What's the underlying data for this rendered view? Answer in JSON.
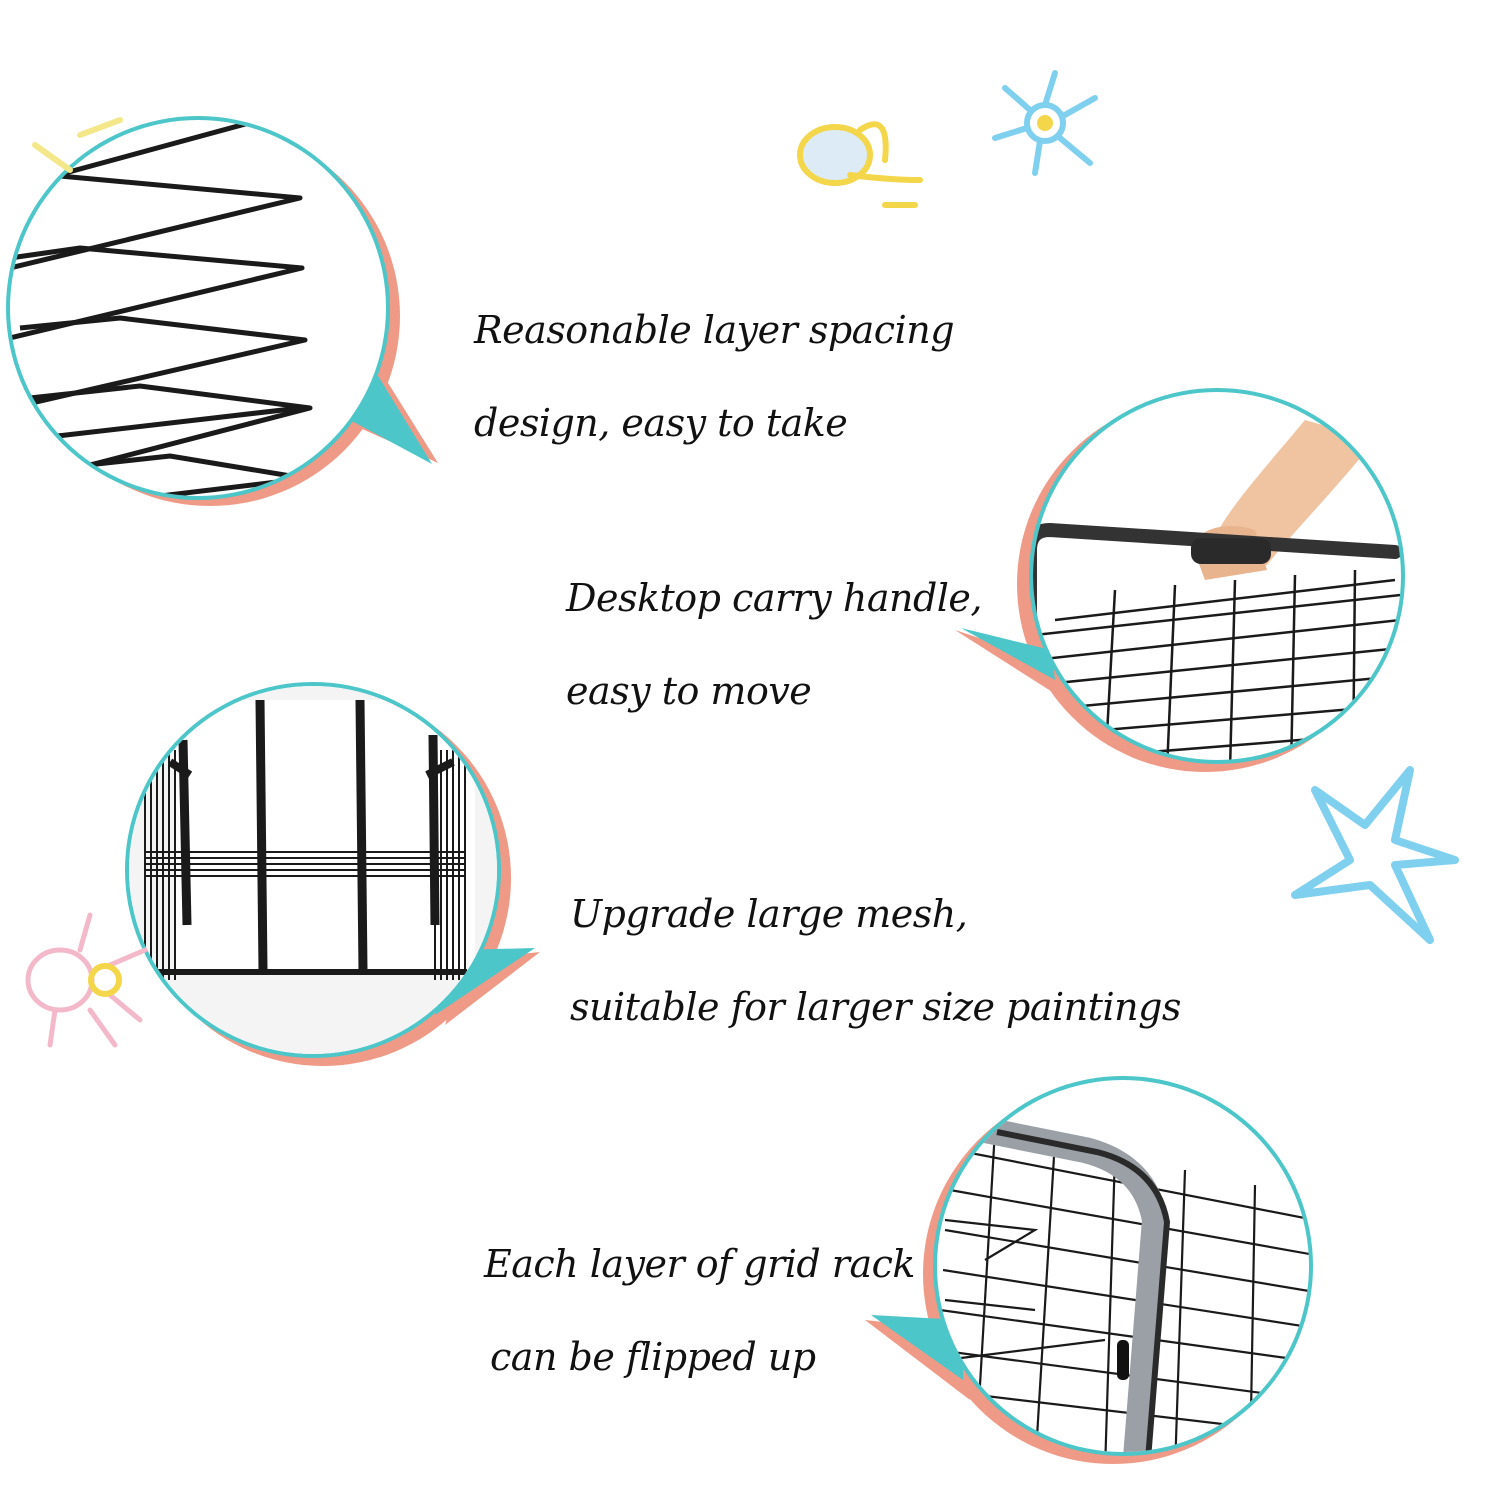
{
  "features": [
    {
      "line1": "Reasonable layer spacing",
      "line2": "design, easy to take"
    },
    {
      "line1": "Desktop carry handle,",
      "line2": "easy to move"
    },
    {
      "line1": "Upgrade large mesh,",
      "line2": "suitable for larger size paintings"
    },
    {
      "line1": "Each layer of grid rack",
      "line2": "can be flipped up"
    }
  ],
  "colors": {
    "ring": "#4cc6c8",
    "ring_shadow": "#ee9a86",
    "wire": "#1a1a1a",
    "doodle_yellow": "#f3d64a",
    "doodle_blue": "#7fd0ef",
    "doodle_pink": "#f3b8c9"
  },
  "icons": [
    "spider-doodle-icon",
    "bee-doodle-icon",
    "star-doodle-icon"
  ]
}
